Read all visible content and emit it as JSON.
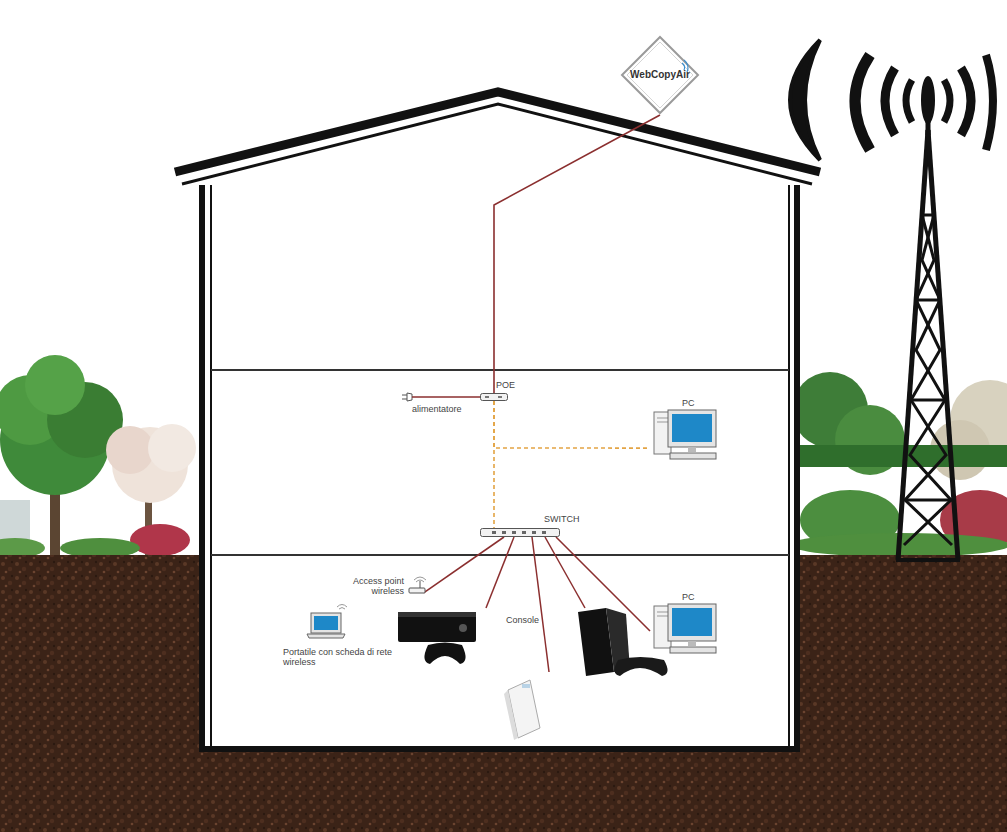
{
  "diagram": {
    "nodes": [
      {
        "text": [
          "WebCopyAir"
        ]
      },
      {
        "text": [
          "alimentatore"
        ]
      },
      {
        "text": [
          "POE"
        ]
      },
      {
        "text": [
          "PC"
        ]
      },
      {
        "text": [
          "SWITCH"
        ]
      },
      {
        "text": [
          "Access point wireless"
        ]
      },
      {
        "text": [
          "Portatile con scheda di rete wireless"
        ]
      },
      {
        "text": [
          "PC"
        ]
      }
    ],
    "edges": [
      {
        "from": 0,
        "to": 2,
        "arrow": "none"
      },
      {
        "from": 1,
        "to": 2,
        "arrow": "none"
      },
      {
        "from": 2,
        "to": 3,
        "arrow": "none"
      },
      {
        "from": 2,
        "to": 4,
        "arrow": "none"
      },
      {
        "from": 4,
        "to": 5,
        "arrow": "none"
      },
      {
        "from": 4,
        "to": 7,
        "arrow": "none"
      }
    ],
    "labels": [
      "Console"
    ]
  }
}
